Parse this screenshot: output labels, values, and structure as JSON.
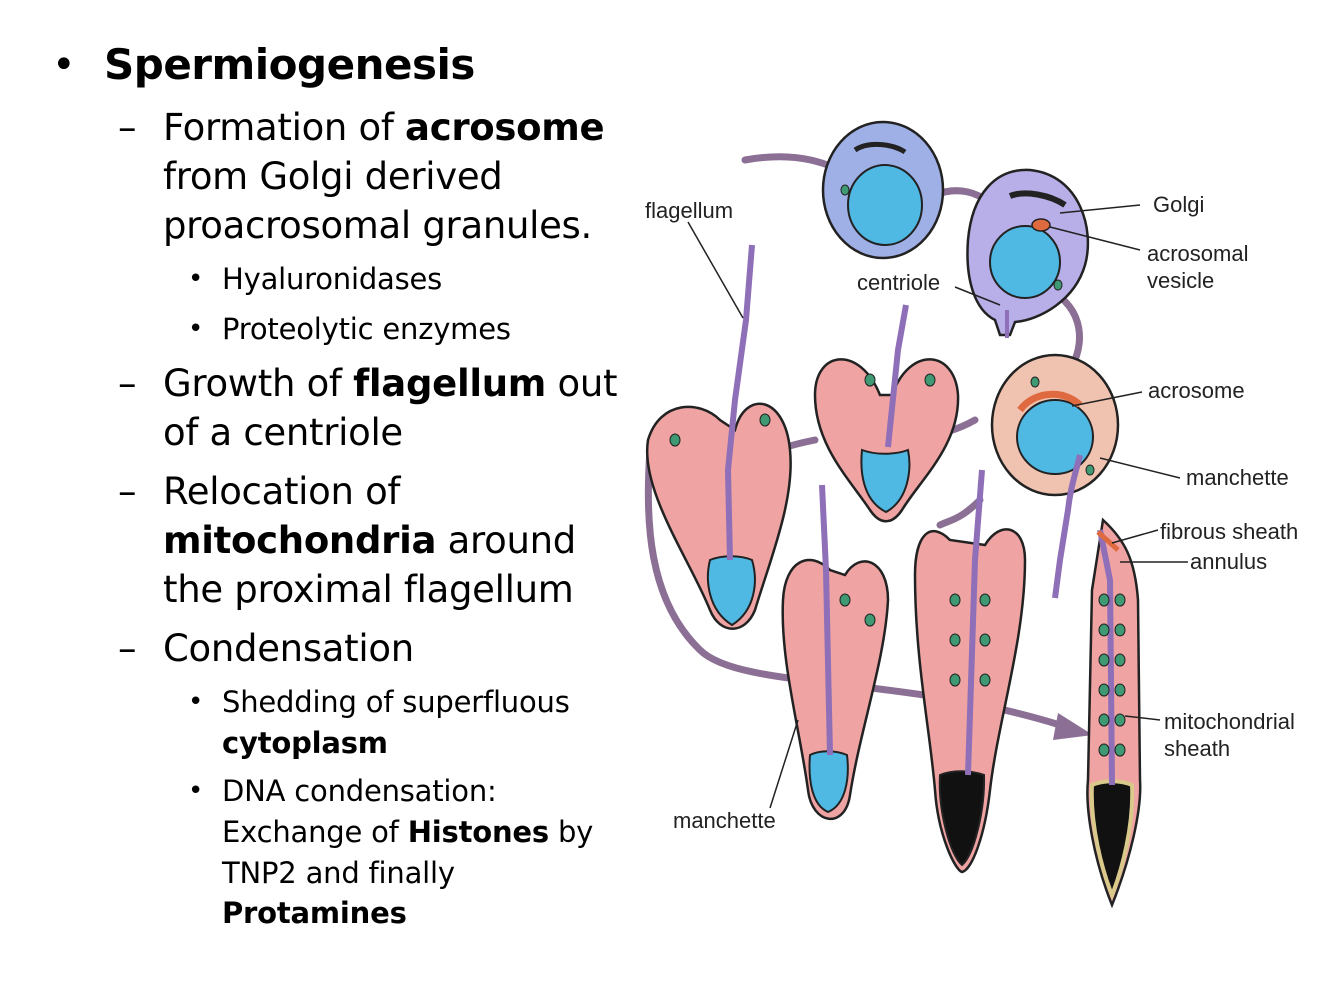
{
  "bullets": {
    "main": "Spermiogenesis",
    "acrosome": {
      "pre": "Formation of ",
      "bold": "acrosome",
      "line2": "from Golgi derived",
      "line3": "proacrosomal granules."
    },
    "enzymes": [
      "Hyaluronidases",
      "Proteolytic enzymes"
    ],
    "flagellum": {
      "pre": "Growth of ",
      "bold": "flagellum",
      "post": " out",
      "line2": "of a centriole"
    },
    "mito": {
      "line1": "Relocation of",
      "bold": "mitochondria",
      "post": " around",
      "line3": "the proximal flagellum"
    },
    "condensation": "Condensation",
    "shedding": {
      "line1": "Shedding of superfluous",
      "bold": "cytoplasm"
    },
    "dna": {
      "line1": "DNA condensation:",
      "pre2": "Exchange of ",
      "bold2": "Histones",
      "post2": " by",
      "line3": "TNP2 and finally",
      "bold4": "Protamines"
    }
  },
  "diagram": {
    "labels": {
      "flagellum": "flagellum",
      "centriole": "centriole",
      "golgi": "Golgi",
      "acrosomal_vesicle_1": "acrosomal",
      "acrosomal_vesicle_2": "vesicle",
      "acrosome": "acrosome",
      "manchette_right": "manchette",
      "fibrous_sheath": "fibrous sheath",
      "annulus": "annulus",
      "mito_sheath_1": "mitochondrial",
      "mito_sheath_2": "sheath",
      "manchette_bottom": "manchette"
    }
  },
  "colors": {
    "cell_blue": "#9fb0e6",
    "cell_lavender": "#b8aee8",
    "cytoplasm_pink": "#f0a3a3",
    "nucleus_blue": "#4fb8e3",
    "flagellum_purple": "#8e6fb8",
    "path_purple": "#8c6f94",
    "mito_green": "#3f9a73"
  }
}
